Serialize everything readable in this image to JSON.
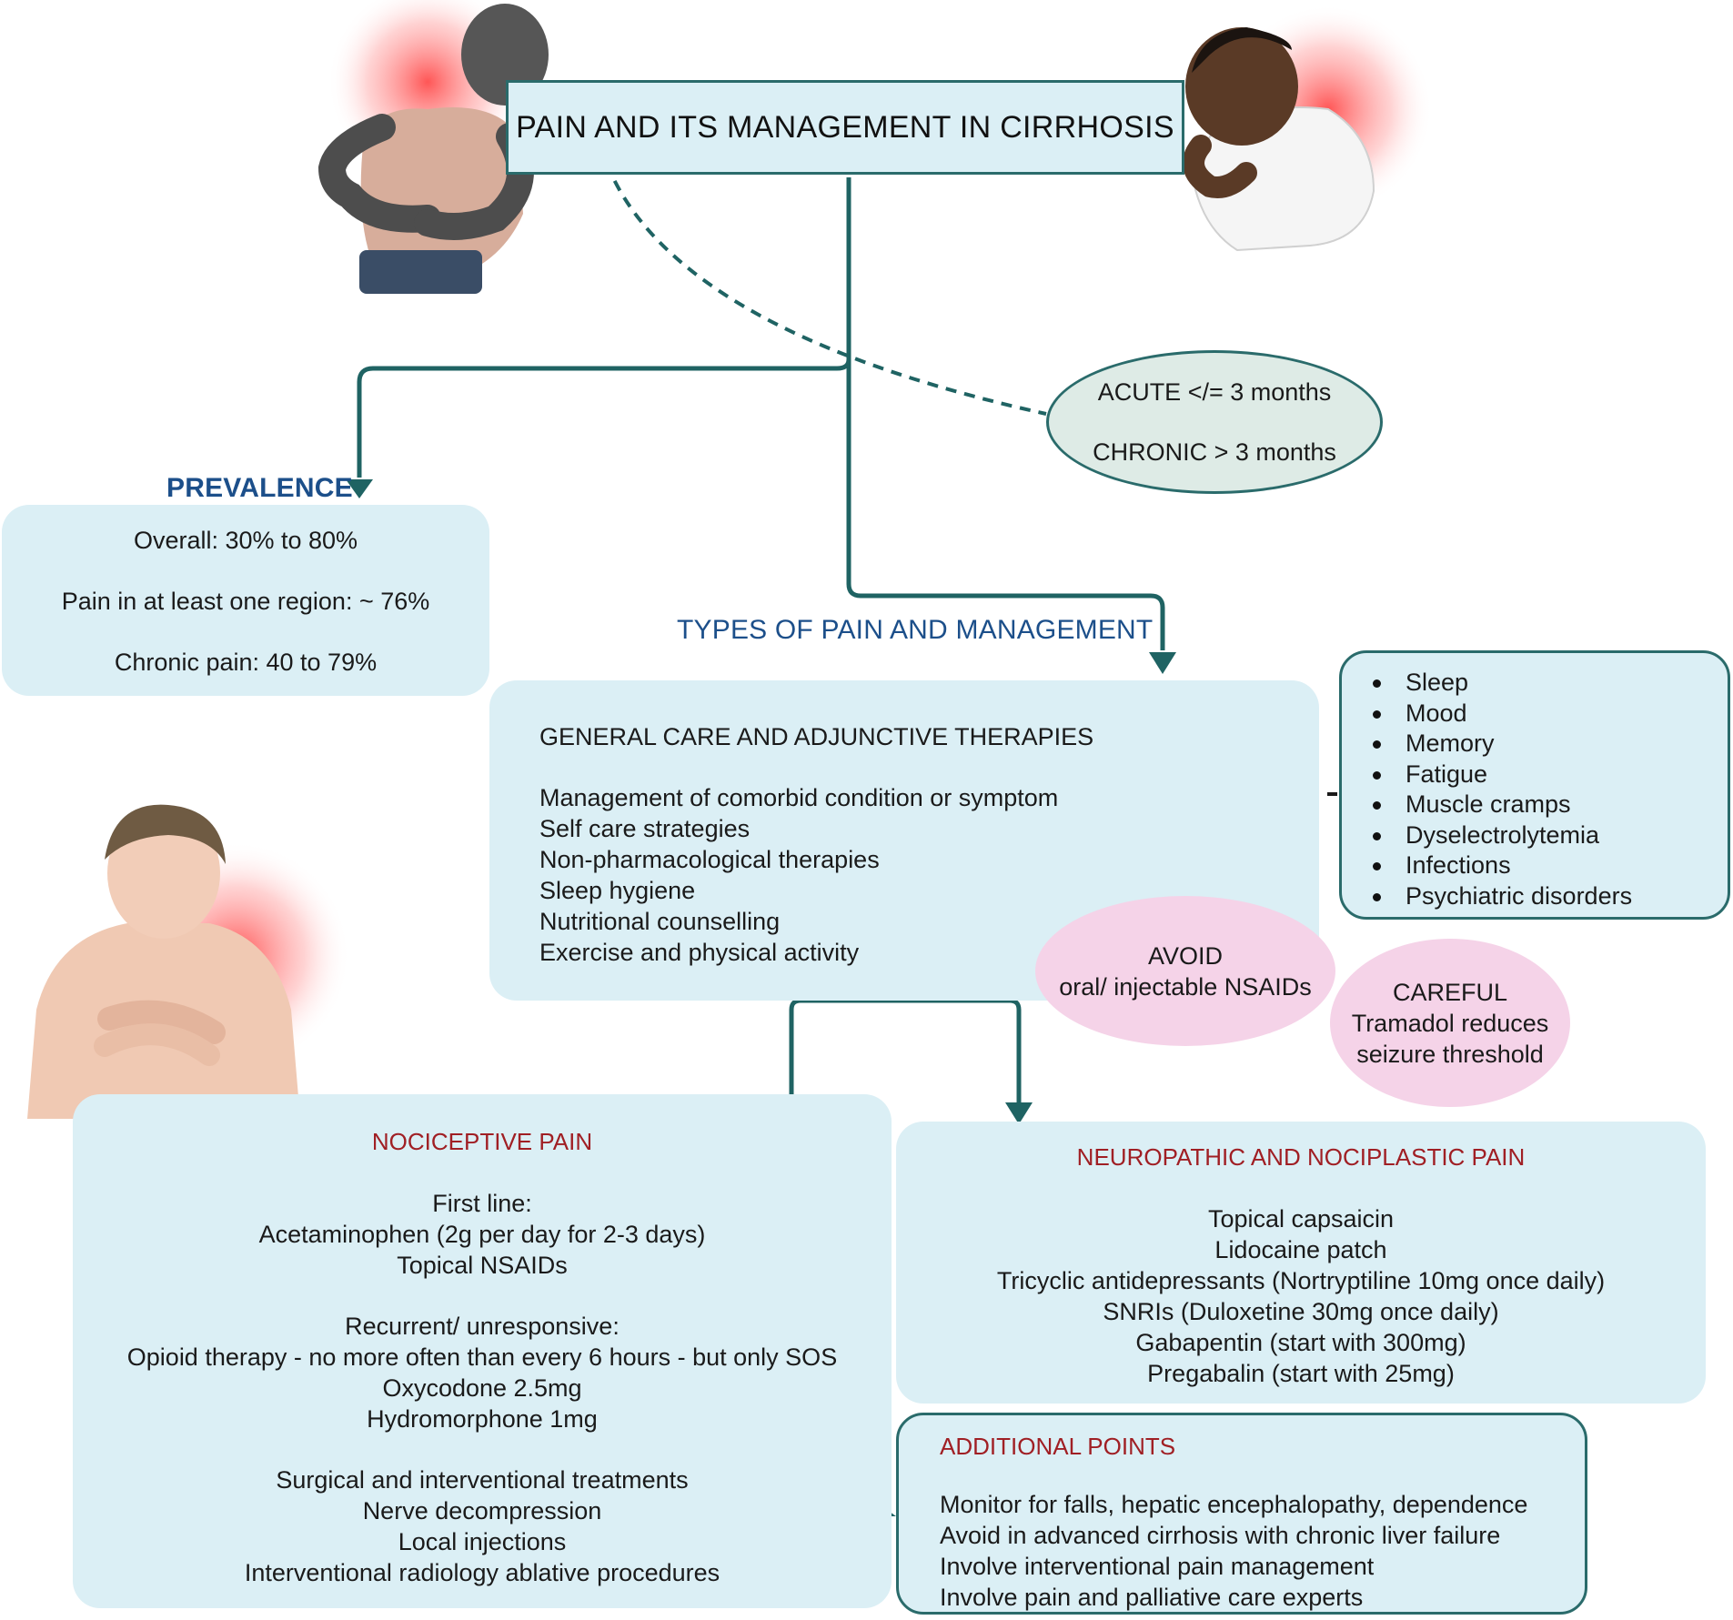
{
  "title": "PAIN AND ITS MANAGEMENT IN CIRRHOSIS",
  "duration": {
    "acute": "ACUTE </= 3 months",
    "chronic": "CHRONIC > 3 months"
  },
  "prevalence": {
    "heading": "PREVALENCE",
    "items": [
      "Overall:  30% to 80%",
      "Pain in at least one region: ~ 76%",
      "Chronic pain: 40 to 79%"
    ]
  },
  "types": {
    "heading": "TYPES OF PAIN AND MANAGEMENT"
  },
  "general_care": {
    "heading": "GENERAL CARE AND ADJUNCTIVE THERAPIES",
    "items": [
      "Management of comorbid condition or symptom",
      "Self care strategies",
      "Non-pharmacological therapies",
      "Sleep hygiene",
      "Nutritional counselling",
      "Exercise and physical activity"
    ]
  },
  "comorbid_list": [
    "Sleep",
    "Mood",
    "Memory",
    "Fatigue",
    "Muscle cramps",
    "Dyselectrolytemia",
    "Infections",
    "Psychiatric disorders"
  ],
  "avoid": {
    "line1": "AVOID",
    "line2": "oral/ injectable NSAIDs"
  },
  "careful": {
    "line1": "CAREFUL",
    "line2": "Tramadol reduces",
    "line3": "seizure threshold"
  },
  "nociceptive": {
    "heading": "NOCICEPTIVE PAIN",
    "first_line": [
      "First line:",
      "Acetaminophen (2g per day for 2-3 days)",
      "Topical NSAIDs"
    ],
    "recurrent": [
      "Recurrent/ unresponsive:",
      "Opioid therapy - no more often than every 6 hours - but only SOS",
      "Oxycodone 2.5mg",
      "Hydromorphone 1mg"
    ],
    "surgical": [
      "Surgical and interventional treatments",
      "Nerve decompression",
      "Local injections",
      "Interventional radiology ablative procedures"
    ]
  },
  "neuropathic": {
    "heading": "NEUROPATHIC AND NOCIPLASTIC PAIN",
    "items": [
      "Topical capsaicin",
      "Lidocaine patch",
      "Tricyclic antidepressants (Nortryptiline 10mg once daily)",
      "SNRIs (Duloxetine 30mg once daily)",
      "Gabapentin (start with 300mg)",
      "Pregabalin (start with 25mg)"
    ]
  },
  "additional": {
    "heading": "ADDITIONAL POINTS",
    "items": [
      "Monitor for falls, hepatic encephalopathy, dependence",
      "Avoid in advanced cirrhosis with chronic liver failure",
      "Involve interventional pain management",
      "Involve pain and palliative care experts"
    ]
  },
  "colors": {
    "box_fill": "#dbeff5",
    "connector": "#1f6363",
    "heading_blue": "#1c4f8a",
    "heading_red": "#a01f24",
    "ellipse_grey": "#deebe6",
    "ellipse_pink": "#f5d3e8",
    "pain_glow": "#ff5a5a"
  }
}
